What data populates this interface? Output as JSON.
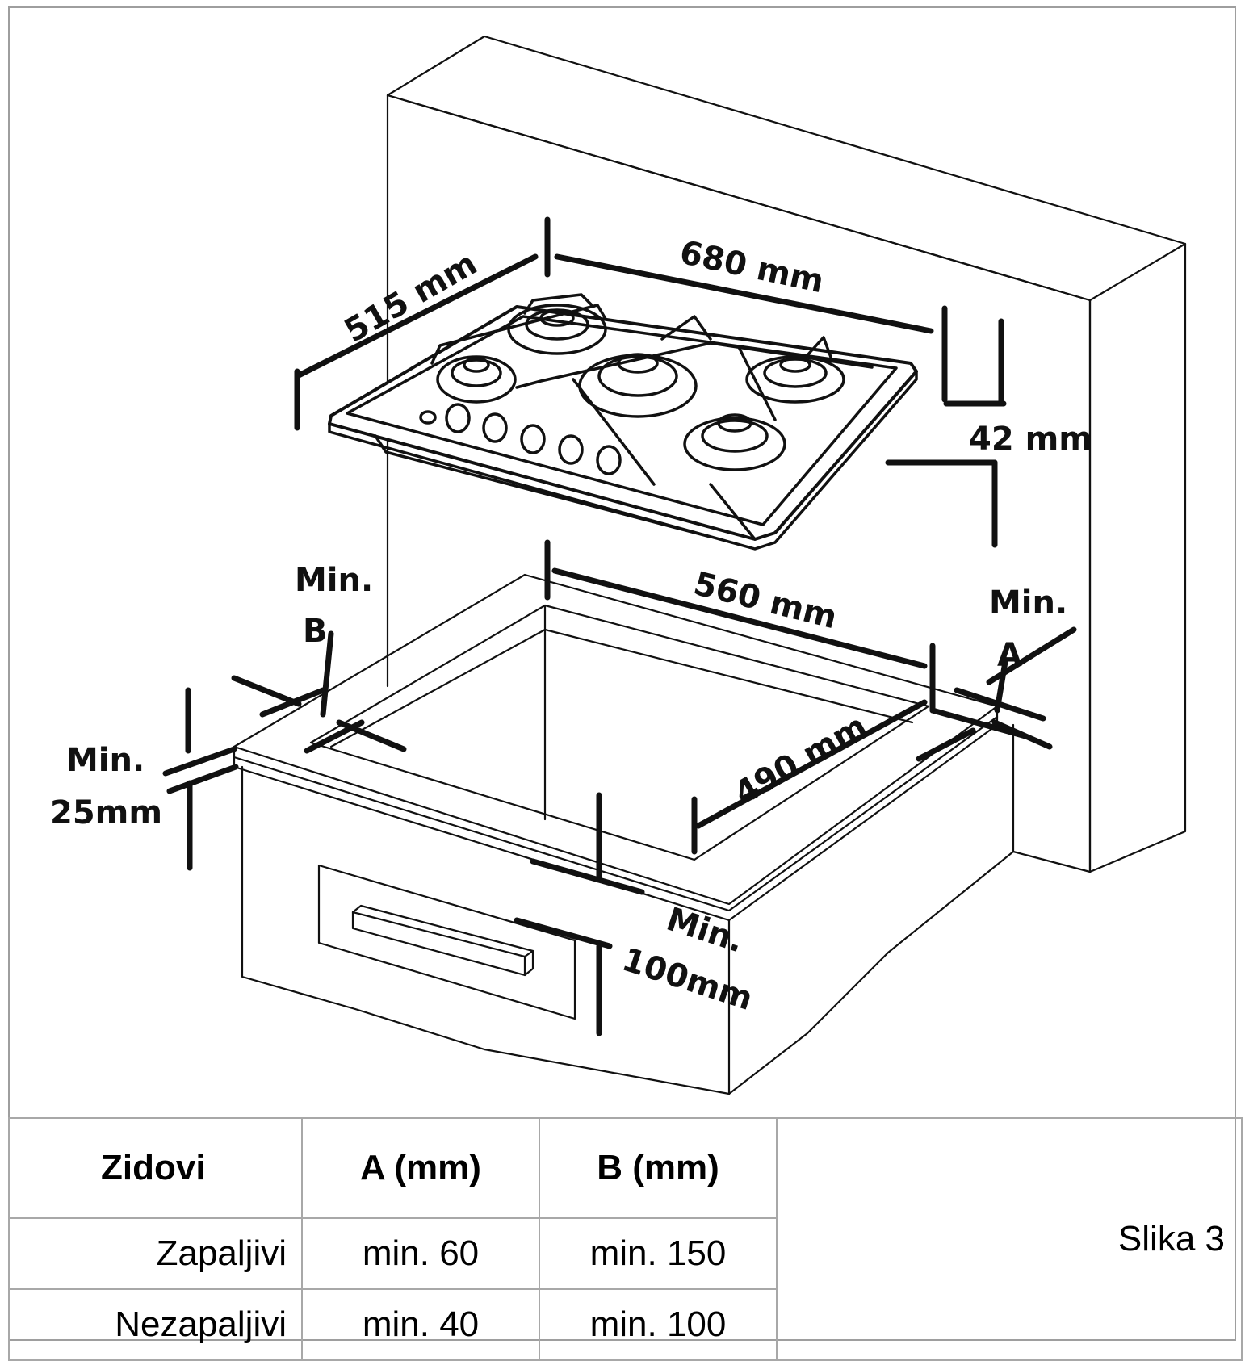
{
  "diagram": {
    "title": "Built-in gas hob installation dimensions",
    "labels": {
      "hob_depth": "515 mm",
      "hob_width": "680 mm",
      "hob_height": "42 mm",
      "cutout_width": "560 mm",
      "cutout_depth": "490 mm",
      "min_b_line1": "Min.",
      "min_b_line2": "B",
      "min_a_line1": "Min.",
      "min_a_line2": "A",
      "min_front_line1": "Min.",
      "min_front_line2": "25mm",
      "min_bottom_line1": "Min.",
      "min_bottom_line2": "100mm"
    },
    "colors": {
      "line": "#111111",
      "border": "#9e9e9e",
      "background": "#ffffff"
    }
  },
  "table": {
    "headers": [
      "Zidovi",
      "A (mm)",
      "B (mm)"
    ],
    "rows": [
      {
        "wall": "Zapaljivi",
        "a": "min. 60",
        "b": "min. 150"
      },
      {
        "wall": "Nezapaljivi",
        "a": "min. 40",
        "b": "min. 100"
      }
    ],
    "caption": "Slika 3"
  }
}
